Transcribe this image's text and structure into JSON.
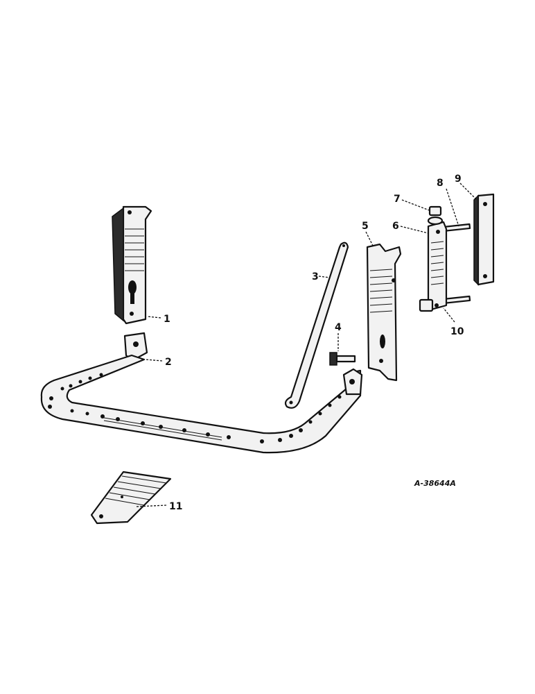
{
  "figure": {
    "id_label": "A-38644A"
  },
  "callouts": [
    {
      "key": "c1",
      "label": "1",
      "part": "left-bracket"
    },
    {
      "key": "c2",
      "label": "2",
      "part": "platform-frame"
    },
    {
      "key": "c3",
      "label": "3",
      "part": "brace-rod"
    },
    {
      "key": "c4",
      "label": "4",
      "part": "bolt"
    },
    {
      "key": "c5",
      "label": "5",
      "part": "right-bracket"
    },
    {
      "key": "c6",
      "label": "6",
      "part": "clamp-plate"
    },
    {
      "key": "c7",
      "label": "7",
      "part": "nut-washer"
    },
    {
      "key": "c8",
      "label": "8",
      "part": "stud"
    },
    {
      "key": "c9",
      "label": "9",
      "part": "back-plate"
    },
    {
      "key": "c10",
      "label": "10",
      "part": "clamp-nut"
    },
    {
      "key": "c11",
      "label": "11",
      "part": "step-plate"
    }
  ]
}
